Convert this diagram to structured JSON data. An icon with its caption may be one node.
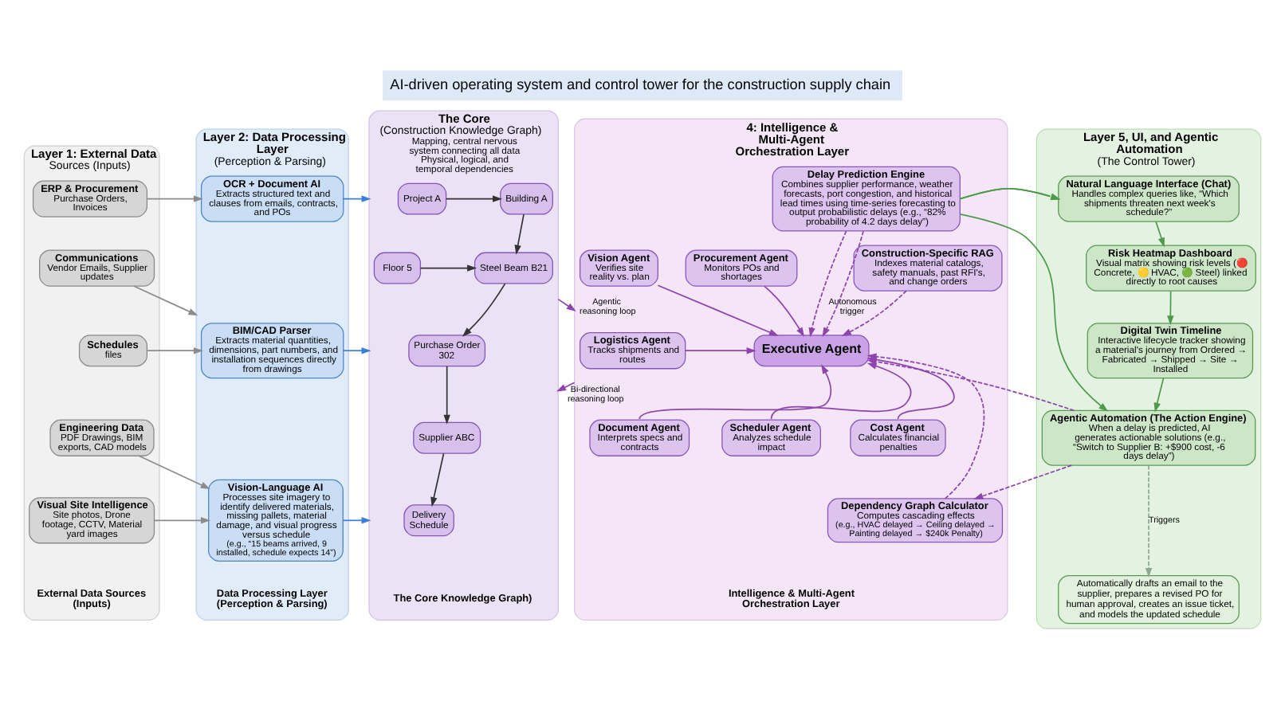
{
  "diagram": {
    "title": "AI-driven operating system and control tower for the construction supply chain",
    "nodes": [
      {
        "text": [
          "Layer 1: External Data",
          "Sources (Inputs)"
        ]
      },
      {
        "text": [
          "ERP & Procurement",
          "Purchase Orders, Invoices"
        ],
        "in": 0
      },
      {
        "text": [
          "Communications",
          "Vendor Emails, Supplier updates"
        ],
        "in": 0
      },
      {
        "text": [
          "Schedules",
          "files"
        ],
        "in": 0
      },
      {
        "text": [
          "Engineering Data",
          "PDF Drawings, BIM exports, CAD models"
        ],
        "in": 0
      },
      {
        "text": [
          "Visual Site Intelligence",
          "Site photos, Drone footage, CCTV, Material yard images"
        ],
        "in": 0
      },
      {
        "text": [
          "Layer 2: Data Processing Layer",
          "(Perception & Parsing)"
        ]
      },
      {
        "text": [
          "OCR + Document AI",
          "Extracts structured text and clauses from emails, contracts, and POs"
        ],
        "in": 6
      },
      {
        "text": [
          "BIM/CAD Parser",
          "Extracts material quantities, dimensions, part numbers, and installation sequences directly from drawings"
        ],
        "in": 6
      },
      {
        "text": [
          "Vision-Language AI",
          "Processes site imagery to identify delivered materials, missing pallets, material damage, and visual progress versus schedule",
          "(e.g., “15 beams arrived, 9 installed, schedule expects 14”)"
        ],
        "in": 6
      },
      {
        "text": [
          "The Core",
          "(Construction Knowledge Graph)",
          "Mapping, central nervous system connecting all data",
          "Physical, logical, and temporal dependencies"
        ]
      },
      {
        "text": [
          "Project A"
        ],
        "in": 10
      },
      {
        "text": [
          "Building A"
        ],
        "in": 10
      },
      {
        "text": [
          "Floor 5"
        ],
        "in": 10
      },
      {
        "text": [
          "Steel Beam B21"
        ],
        "in": 10
      },
      {
        "text": [
          "Purchase Order 302"
        ],
        "in": 10
      },
      {
        "text": [
          "Supplier ABC"
        ],
        "in": 10
      },
      {
        "text": [
          "Delivery Schedule"
        ],
        "in": 10
      },
      {
        "text": [
          "4: Intelligence & Multi-Agent Orchestration Layer"
        ]
      },
      {
        "text": [
          "Construction-Specific RAG",
          "Indexes material catalogs, safety manuals, past RFI's, and change orders"
        ],
        "in": 18
      },
      {
        "text": [
          "Delay Prediction Engine",
          "Combines supplier performance, weather forecasts, port congestion, and historical lead times using time-series forecasting to output probabilistic delays (e.g., “82% probability of 4.2 days delay”)"
        ],
        "in": 18
      },
      {
        "text": [
          "Procurement Agent",
          "Monitors POs and shortages"
        ],
        "in": 18
      },
      {
        "text": [
          "Vision Agent",
          "Verifies site reality vs. plan"
        ],
        "in": 18
      },
      {
        "text": [
          "Executive Agent"
        ],
        "in": 18
      },
      {
        "text": [
          "Logistics Agent",
          "Tracks shipments and routes"
        ],
        "in": 18
      },
      {
        "text": [
          "Document Agent",
          "Interprets specs and contracts"
        ],
        "in": 18
      },
      {
        "text": [
          "Scheduler Agent",
          "Analyzes schedule impact"
        ],
        "in": 18
      },
      {
        "text": [
          "Cost Agent",
          "Calculates financial penalties"
        ],
        "in": 18
      },
      {
        "text": [
          "Dependency Graph Calculator",
          "Computes cascading effects",
          "(e.g., HVAC delayed → Ceiling delayed → Painting delayed → $240k Penalty)"
        ],
        "in": 18
      },
      {
        "text": [
          "Layer 5, UI, and Agentic Automation",
          "(The Control Tower)"
        ]
      },
      {
        "text": [
          "Natural Language Interface (Chat)",
          "Handles complex queries like, “Which shipments threaten next week's schedule?”"
        ],
        "in": 29
      },
      {
        "text": [
          "Risk Heatmap Dashboard",
          "Visual matrix showing risk levels (🔴 Concrete, 🟡 HVAC, 🟢 Steel) linked directly to root causes"
        ],
        "in": 29
      },
      {
        "text": [
          "Digital Twin Timeline",
          "Interactive lifecycle tracker showing a material's journey from Ordered → Fabricated → Shipped → Site → Installed"
        ],
        "in": 29
      },
      {
        "text": [
          "Agentic Automation (The Action Engine)",
          "When a delay is predicted, AI generates actionable solutions (e.g., “Switch to Supplier B: +$900 cost, -6 days delay”)"
        ],
        "in": 29
      },
      {
        "text": [
          "Automatically drafts an email to the supplier, prepares a revised PO for human approval, creates an issue ticket, and models the updated schedule"
        ],
        "in": 29
      }
    ],
    "edges": [
      {
        "from": 1,
        "to": 7,
        "arrow": "to",
        "color": "#8c8c8c"
      },
      {
        "from": 2,
        "to": 6,
        "arrow": "to",
        "color": "#8c8c8c"
      },
      {
        "from": 3,
        "to": 8,
        "arrow": "to",
        "color": "#8c8c8c"
      },
      {
        "from": 4,
        "to": 9,
        "arrow": "to",
        "color": "#8c8c8c"
      },
      {
        "from": 5,
        "to": 9,
        "arrow": "to",
        "color": "#8c8c8c"
      },
      {
        "from": 7,
        "to": 10,
        "arrow": "to",
        "color": "#3b7dd8"
      },
      {
        "from": 8,
        "to": 10,
        "arrow": "to",
        "color": "#3b7dd8"
      },
      {
        "from": 9,
        "to": 10,
        "arrow": "to",
        "color": "#3b7dd8"
      },
      {
        "from": 11,
        "to": 12,
        "arrow": "to",
        "color": "#333333"
      },
      {
        "from": 12,
        "to": 14,
        "arrow": "to",
        "color": "#333333"
      },
      {
        "from": 13,
        "to": 14,
        "arrow": "to",
        "color": "#333333"
      },
      {
        "from": 14,
        "to": 15,
        "arrow": "to",
        "color": "#333333"
      },
      {
        "from": 15,
        "to": 16,
        "arrow": "to",
        "color": "#333333"
      },
      {
        "from": 16,
        "to": 17,
        "arrow": "to",
        "color": "#333333"
      },
      {
        "from": 10,
        "to": 18,
        "arrow": "to",
        "label": "Agentic reasoning loop"
      },
      {
        "from": 18,
        "to": 10,
        "arrow": "to",
        "label": "Bi-directional reasoning loop"
      },
      {
        "from": 19,
        "to": 23,
        "arrow": "to",
        "label": "Autonomous trigger",
        "style": "dashed"
      },
      {
        "from": 20,
        "to": 23,
        "arrow": "to",
        "style": "dashed"
      },
      {
        "from": 20,
        "to": 23,
        "arrow": "to",
        "style": "dashed"
      },
      {
        "from": 21,
        "to": 23,
        "arrow": "to"
      },
      {
        "from": 22,
        "to": 23,
        "arrow": "to"
      },
      {
        "from": 24,
        "to": 23,
        "arrow": "to"
      },
      {
        "from": 25,
        "to": 23,
        "arrow": "to"
      },
      {
        "from": 26,
        "to": 23,
        "arrow": "to"
      },
      {
        "from": 27,
        "to": 23,
        "arrow": "to"
      },
      {
        "from": 28,
        "to": 23,
        "arrow": "to",
        "style": "dashed"
      },
      {
        "from": 33,
        "to": 23,
        "arrow": "to",
        "style": "dashed"
      },
      {
        "from": 33,
        "to": 28,
        "arrow": "to",
        "style": "dashed"
      },
      {
        "from": 20,
        "to": 30,
        "arrow": "to",
        "color": "#4e9a4b"
      },
      {
        "from": 20,
        "to": 33,
        "arrow": "to",
        "color": "#4e9a4b"
      },
      {
        "from": 30,
        "to": 31,
        "arrow": "to",
        "color": "#4e9a4b"
      },
      {
        "from": 31,
        "to": 32,
        "arrow": "to",
        "color": "#4e9a4b"
      },
      {
        "from": 32,
        "to": 33,
        "arrow": "to",
        "color": "#4e9a4b"
      },
      {
        "from": 33,
        "to": 34,
        "arrow": "to",
        "label": "Triggers",
        "style": "dashed",
        "color": "#8fa88f"
      }
    ],
    "labels": [
      "External Data Sources (Inputs)",
      "Data Processing Layer (Perception & Parsing)",
      "The Core Knowledge Graph)",
      "Intelligence & Multi-Agent Orchestration Layer"
    ]
  }
}
